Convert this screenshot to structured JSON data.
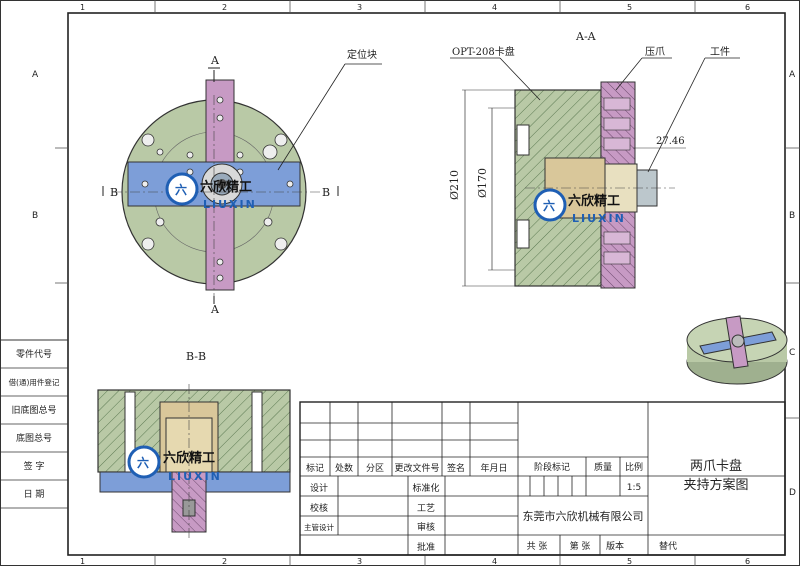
{
  "frame": {
    "col_numbers": [
      "1",
      "2",
      "3",
      "4",
      "5",
      "6"
    ],
    "row_letters": [
      "A",
      "B",
      "C",
      "D"
    ]
  },
  "side_table": [
    "零件代号",
    "借(通)用件登记",
    "旧底图总号",
    "底图总号",
    "签 字",
    "日 期"
  ],
  "views": {
    "aa_label": "A-A",
    "bb_label": "B-B",
    "section_a": "A",
    "section_b": "B",
    "callout_locator": "定位块",
    "callout_chuck": "OPT-208卡盘",
    "callout_jaw": "压爪",
    "callout_workpiece": "工件",
    "dim_outer": "Ø210",
    "dim_inner": "Ø170",
    "dim_offset": "27.46"
  },
  "logo": {
    "cn": "六欣精工",
    "en": "LIUXIN"
  },
  "title_block": {
    "header_labels": [
      "标记",
      "处数",
      "分区",
      "更改文件号",
      "签名",
      "年月日"
    ],
    "rows": [
      {
        "left": "设计",
        "mid": "标准化"
      },
      {
        "left": "校核",
        "mid": "工艺"
      },
      {
        "left": "主管设计",
        "mid": "审核"
      },
      {
        "left": "",
        "mid": "批准"
      }
    ],
    "stage_labels": [
      "阶段标记",
      "质量",
      "比例"
    ],
    "scale": "1:5",
    "drawing_title": "两爪卡盘夹持方案图",
    "company": "东莞市六欣机械有限公司",
    "footer": [
      "共 张",
      "第 张",
      "版本",
      "替代"
    ]
  },
  "colors": {
    "body_green": "#b9c9a6",
    "jaw_purple": "#c79ac4",
    "locator_blue": "#7d9ed8",
    "hatch_green": "#8ca57a",
    "workpiece_tan": "#d9c79a",
    "logo_blue": "#1f5fb4"
  }
}
